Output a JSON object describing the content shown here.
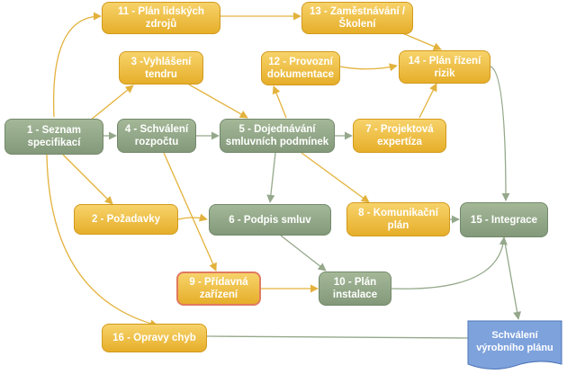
{
  "nodes": {
    "n1": "1 - Seznam\nspecifikací",
    "n2": "2 - Požadavky",
    "n3": "3 -Vyhlášení\ntendru",
    "n4": "4 - Schválení\nrozpočtu",
    "n5": "5 - Dojednávání\nsmluvních podmínek",
    "n6": "6 - Podpis smluv",
    "n7": "7 - Projektová\nexpertíza",
    "n8": "8 - Komunikační\nplán",
    "n9": "9 - Přídavná\nzařízení",
    "n10": "10 - Plán\ninstalace",
    "n11": "11 - Plán lidských\nzdrojů",
    "n12": "12 - Provozní\ndokumentace",
    "n13": "13 - Zaměstnávání /\nŠkolení",
    "n14": "14 - Plán řízení\nrizik",
    "n15": "15 - Integrace",
    "n16": "16 - Opravy chyb",
    "final": "Schválení\nvýrobního plánu"
  },
  "colors": {
    "yellow_node": "#e9b530",
    "green_node": "#8fa586",
    "yellow_connector": "#e3b23c",
    "green_connector": "#95a88b",
    "final_node": "#7ea2dc"
  }
}
